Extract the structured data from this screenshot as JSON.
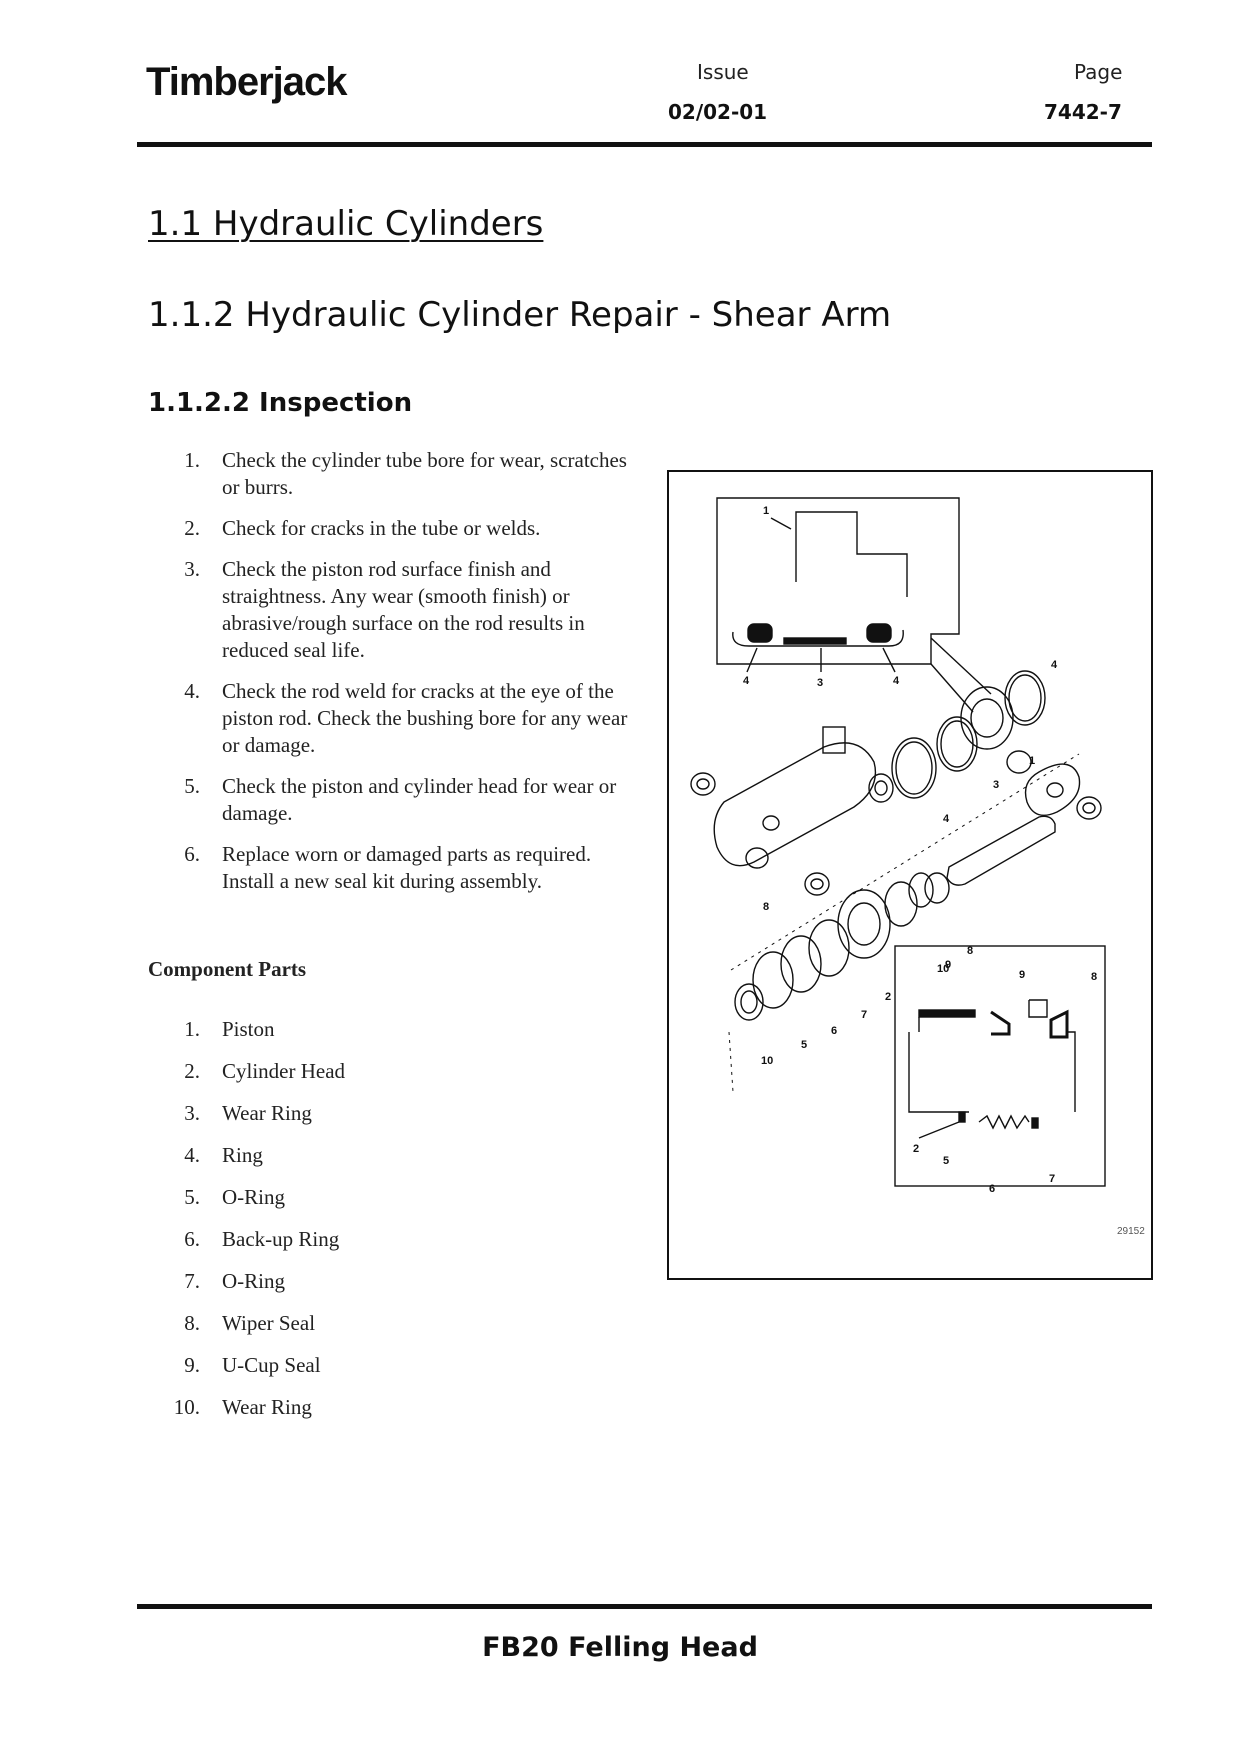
{
  "header": {
    "brand": "Timberjack",
    "issue_label": "Issue",
    "issue_value": "02/02-01",
    "page_label": "Page",
    "page_value": "7442-7"
  },
  "headings": {
    "h1": "1.1  Hydraulic Cylinders",
    "h2": "1.1.2  Hydraulic Cylinder Repair - Shear Arm",
    "h3": "1.1.2.2  Inspection"
  },
  "inspection_steps": [
    {
      "num": "1.",
      "text": "Check the cylinder tube bore for wear, scratches or burrs."
    },
    {
      "num": "2.",
      "text": "Check for cracks in the tube or welds."
    },
    {
      "num": "3.",
      "text": "Check the piston rod surface finish and straightness. Any wear (smooth finish) or abrasive/rough surface on the rod results in reduced seal life."
    },
    {
      "num": "4.",
      "text": "Check the rod weld for cracks at the eye of the piston rod. Check the bushing bore for any wear or damage."
    },
    {
      "num": "5.",
      "text": "Check the piston and cylinder head for wear or damage."
    },
    {
      "num": "6.",
      "text": "Replace worn or damaged parts as required. Install a new seal kit during assembly."
    }
  ],
  "component_parts": {
    "title": "Component Parts",
    "items": [
      {
        "num": "1.",
        "text": "Piston"
      },
      {
        "num": "2.",
        "text": "Cylinder Head"
      },
      {
        "num": "3.",
        "text": "Wear Ring"
      },
      {
        "num": "4.",
        "text": "Ring"
      },
      {
        "num": "5.",
        "text": "O-Ring"
      },
      {
        "num": "6.",
        "text": "Back-up Ring"
      },
      {
        "num": "7.",
        "text": "O-Ring"
      },
      {
        "num": "8.",
        "text": "Wiper Seal"
      },
      {
        "num": "9.",
        "text": "U-Cup Seal"
      },
      {
        "num": "10.",
        "text": "Wear Ring"
      }
    ]
  },
  "diagram": {
    "code": "29152",
    "callouts": {
      "top_1": "1",
      "top_4a": "4",
      "top_3": "3",
      "top_4b": "4",
      "main_4a": "4",
      "main_1": "1",
      "main_3": "3",
      "main_4b": "4",
      "main_8a": "8",
      "main_8b": "8",
      "main_9": "9",
      "main_2": "2",
      "main_7": "7",
      "main_6": "6",
      "main_5": "5",
      "main_10": "10",
      "bot_10": "10",
      "bot_9": "9",
      "bot_8": "8",
      "bot_2": "2",
      "bot_5": "5",
      "bot_6": "6",
      "bot_7": "7"
    }
  },
  "footer": {
    "title": "FB20 Felling Head"
  }
}
